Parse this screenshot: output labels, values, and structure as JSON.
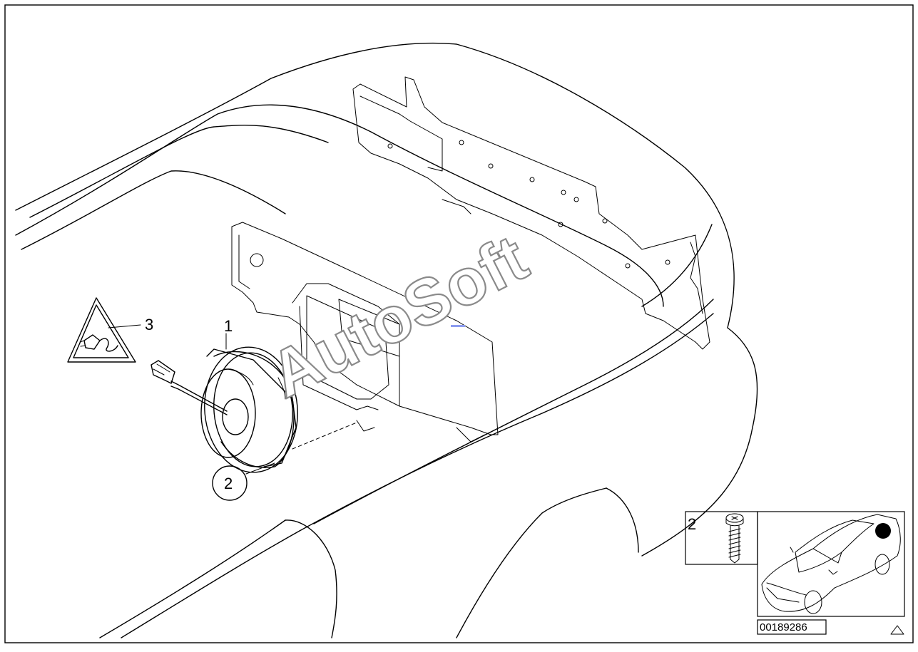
{
  "diagram": {
    "labels": {
      "speaker": "1",
      "screw": "2",
      "connector": "3"
    },
    "inset": {
      "screw_label": "2"
    },
    "catalog_number": "00189286",
    "watermark": "AutoSoft",
    "colors": {
      "line": "#000000",
      "background": "#ffffff",
      "watermark_outline": "#8a8a8a",
      "marker": "#000000"
    },
    "icons": [
      "plug-warning-icon",
      "screw-icon",
      "car-location-icon",
      "triangle-mark-icon"
    ]
  }
}
